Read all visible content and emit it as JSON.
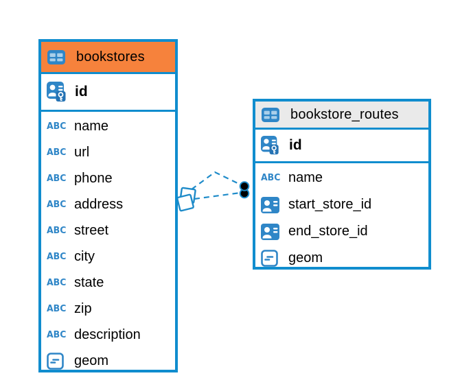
{
  "icons": {
    "text_glyph": "ABC"
  },
  "colors": {
    "accent_blue": "#108DCE",
    "icon_blue": "#2F86C7",
    "bookstores_header": "#F6823C",
    "routes_header": "#EAEAEA",
    "relationship_line": "#1E8BC9",
    "relationship_dot": "#000000"
  },
  "diagram": {
    "tables": [
      {
        "name": "bookstores",
        "primary_key": "id",
        "columns": [
          {
            "name": "name",
            "type": "text"
          },
          {
            "name": "url",
            "type": "text"
          },
          {
            "name": "phone",
            "type": "text"
          },
          {
            "name": "address",
            "type": "text"
          },
          {
            "name": "street",
            "type": "text"
          },
          {
            "name": "city",
            "type": "text"
          },
          {
            "name": "state",
            "type": "text"
          },
          {
            "name": "zip",
            "type": "text"
          },
          {
            "name": "description",
            "type": "text"
          },
          {
            "name": "geom",
            "type": "geometry"
          }
        ]
      },
      {
        "name": "bookstore_routes",
        "primary_key": "id",
        "columns": [
          {
            "name": "name",
            "type": "text"
          },
          {
            "name": "start_store_id",
            "type": "foreign-key"
          },
          {
            "name": "end_store_id",
            "type": "foreign-key"
          },
          {
            "name": "geom",
            "type": "geometry"
          }
        ]
      }
    ],
    "relationships": [
      {
        "from": "bookstore_routes",
        "to": "bookstores",
        "style": "dashed",
        "marker_at_bookstores": "stacked-squares",
        "marker_at_routes": "dot"
      },
      {
        "from": "bookstore_routes",
        "to": "bookstores",
        "style": "dashed",
        "marker_at_bookstores": "stacked-squares",
        "marker_at_routes": "dot"
      }
    ]
  }
}
